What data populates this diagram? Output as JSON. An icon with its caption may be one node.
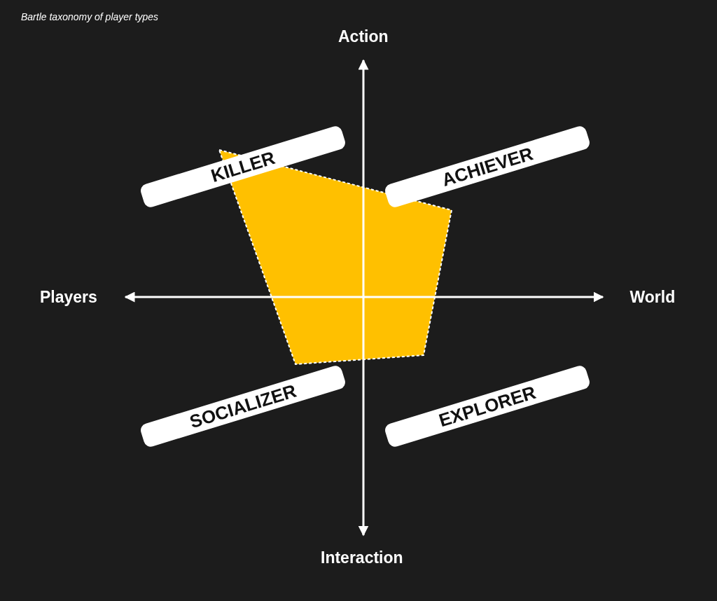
{
  "diagram": {
    "title": "Bartle taxonomy of player types",
    "nodes": [
      {
        "text": [
          "KILLER"
        ]
      },
      {
        "text": [
          "ACHIEVER"
        ]
      },
      {
        "text": [
          "SOCIALIZER"
        ]
      },
      {
        "text": [
          "EXPLORER"
        ]
      }
    ],
    "labels": [
      "Action",
      "Players",
      "World",
      "Interaction"
    ]
  }
}
